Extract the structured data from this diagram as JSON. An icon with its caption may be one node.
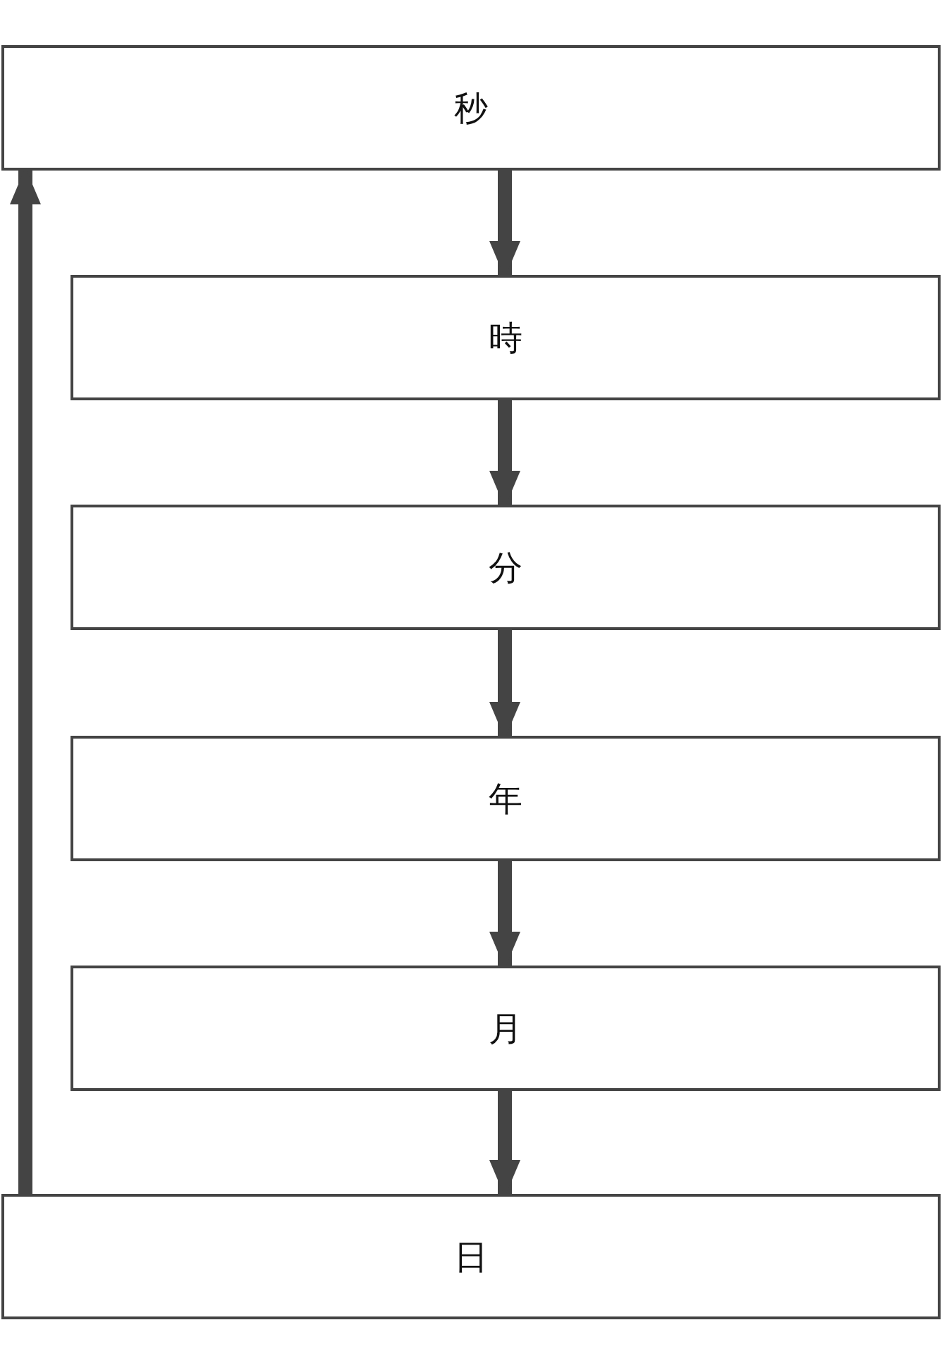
{
  "diagram": {
    "nodes": [
      {
        "text": [
          "秒"
        ]
      },
      {
        "text": [
          "時"
        ]
      },
      {
        "text": [
          "分"
        ]
      },
      {
        "text": [
          "年"
        ]
      },
      {
        "text": [
          "月"
        ]
      },
      {
        "text": [
          "日"
        ]
      }
    ],
    "edges": [
      {
        "from": 0,
        "to": 1,
        "arrow": "to"
      },
      {
        "from": 1,
        "to": 2,
        "arrow": "to"
      },
      {
        "from": 2,
        "to": 3,
        "arrow": "to"
      },
      {
        "from": 3,
        "to": 4,
        "arrow": "to"
      },
      {
        "from": 4,
        "to": 5,
        "arrow": "to"
      },
      {
        "from": 5,
        "to": 0,
        "arrow": "to"
      }
    ]
  }
}
